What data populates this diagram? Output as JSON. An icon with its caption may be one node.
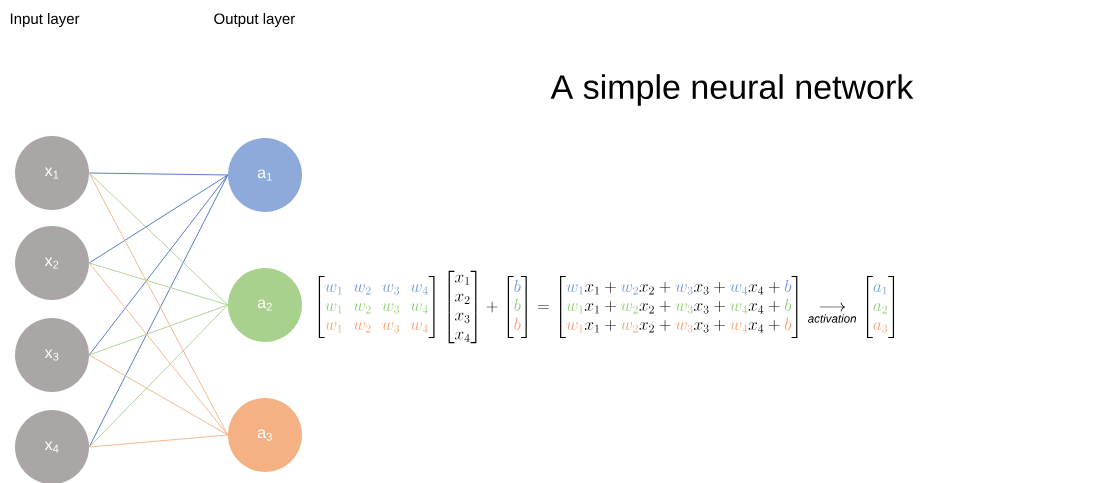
{
  "diagram": {
    "title": "A simple neural network",
    "nodes": [
      {
        "text": [
          "x$_{1}$"
        ]
      },
      {
        "text": [
          "x$_{2}$"
        ]
      },
      {
        "text": [
          "x$_{3}$"
        ]
      },
      {
        "text": [
          "x$_{4}$"
        ]
      },
      {
        "text": [
          "a$_{1}$"
        ]
      },
      {
        "text": [
          "a$_{2}$"
        ]
      },
      {
        "text": [
          "a$_{3}$"
        ]
      }
    ],
    "edges": [
      {
        "from": 0,
        "to": 4,
        "arrow": "none",
        "color": "#4472c4"
      },
      {
        "from": 1,
        "to": 4,
        "arrow": "none",
        "color": "#4472c4"
      },
      {
        "from": 2,
        "to": 4,
        "arrow": "none",
        "color": "#4472c4"
      },
      {
        "from": 3,
        "to": 4,
        "arrow": "none",
        "color": "#4472c4"
      },
      {
        "from": 0,
        "to": 5,
        "arrow": "none",
        "color": "#a9d18e"
      },
      {
        "from": 1,
        "to": 5,
        "arrow": "none",
        "color": "#a9d18e"
      },
      {
        "from": 2,
        "to": 5,
        "arrow": "none",
        "color": "#a9d18e"
      },
      {
        "from": 3,
        "to": 5,
        "arrow": "none",
        "color": "#a9d18e"
      },
      {
        "from": 0,
        "to": 6,
        "arrow": "none",
        "color": "#f4b183"
      },
      {
        "from": 1,
        "to": 6,
        "arrow": "none",
        "color": "#f4b183"
      },
      {
        "from": 2,
        "to": 6,
        "arrow": "none",
        "color": "#f4b183"
      },
      {
        "from": 3,
        "to": 6,
        "arrow": "none",
        "color": "#f4b183"
      }
    ],
    "labels": [
      "Input layer",
      "Output layer",
      "\\left[\\begin{matrix}\\textcolor[HTML]{7396D6}{w_1}&\\textcolor[HTML]{7396D6}{w_2}&\\textcolor[HTML]{7396D6}{w_3}&\\textcolor[HTML]{7396D6}{w_4}\\\\\\textcolor[HTML]{8FCB72}{w_1}&\\textcolor[HTML]{8FCB72}{w_2}&\\textcolor[HTML]{8FCB72}{w_3}&\\textcolor[HTML]{8FCB72}{w_4}\\\\\\textcolor[HTML]{F2A074}{w_1}&\\textcolor[HTML]{F2A074}{w_2}&\\textcolor[HTML]{F2A074}{w_3}&\\textcolor[HTML]{F2A074}{w_4}\\end{matrix}\\right]\\left[\\begin{matrix}x_1\\\\x_2\\\\x_3\\\\x_4\\end{matrix}\\right]+\\left[\\begin{matrix}\\textcolor[HTML]{7396D6}{b}\\\\\\textcolor[HTML]{8FCB72}{b}\\\\\\textcolor[HTML]{F2A074}{b}\\end{matrix}\\right]=\\left[\\begin{matrix}\\textcolor[HTML]{7396D6}{w_1}x_1+\\textcolor[HTML]{7396D6}{w_2}x_2+\\textcolor[HTML]{7396D6}{w_3}x_3+\\textcolor[HTML]{7396D6}{w_4}x_4+\\textcolor[HTML]{7396D6}{b}\\\\\\textcolor[HTML]{8FCB72}{w_1}x_1+\\textcolor[HTML]{8FCB72}{w_2}x_2+\\textcolor[HTML]{8FCB72}{w_3}x_3+\\textcolor[HTML]{8FCB72}{w_4}x_4+\\textcolor[HTML]{8FCB72}{b}\\\\\\textcolor[HTML]{F2A074}{w_1}x_1+\\textcolor[HTML]{F2A074}{w_2}x_2+\\textcolor[HTML]{F2A074}{w_3}x_3+\\textcolor[HTML]{F2A074}{w_4}x_4+\\textcolor[HTML]{F2A074}{b}\\end{matrix}\\right]\\underset{\\mathit{activation}}{\\longrightarrow}\\left[\\begin{matrix}\\textcolor[HTML]{7396D6}{a_1}\\\\\\textcolor[HTML]{8FCB72}{a_2}\\\\\\textcolor[HTML]{F2A074}{a_3}\\end{matrix}\\right]"
    ]
  }
}
